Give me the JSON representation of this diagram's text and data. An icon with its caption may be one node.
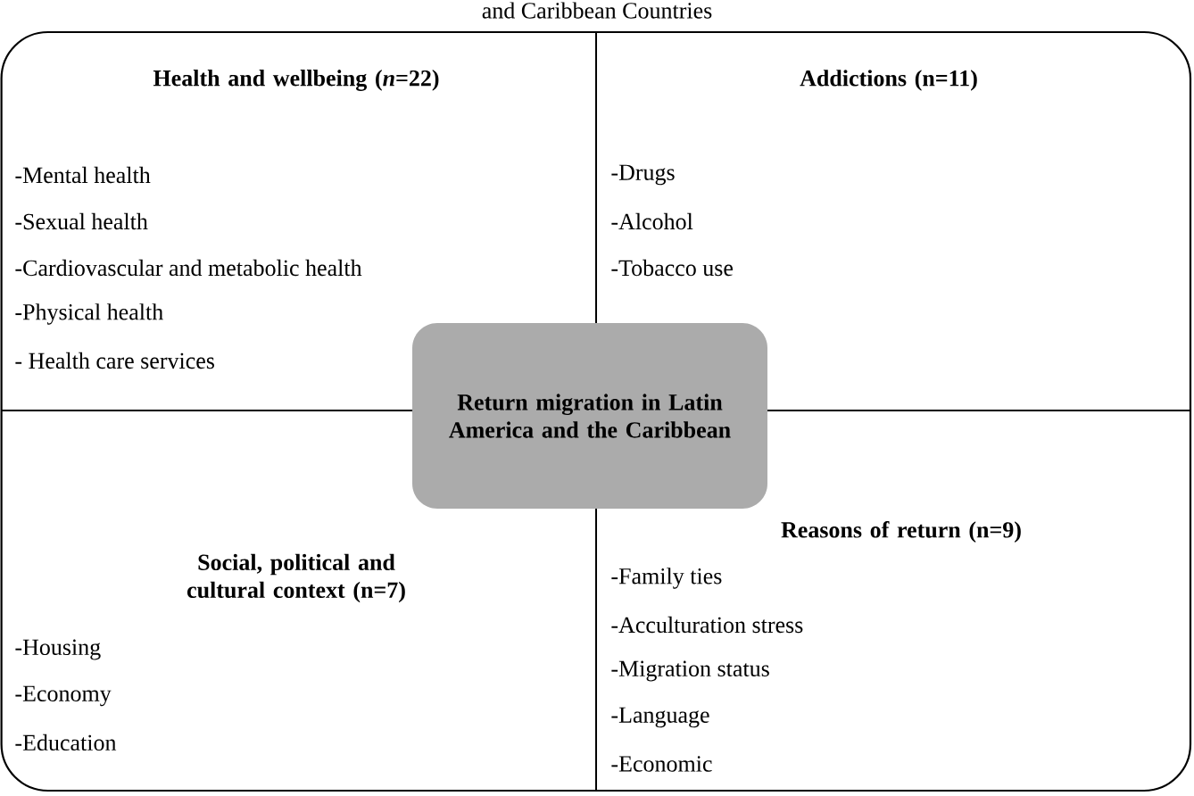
{
  "diagram": {
    "title": "and Caribbean Countries",
    "nodes": [
      {
        "text": [
          "Health and wellbeing (*n*=22)",
          "-Mental health",
          "-Sexual health",
          "-Cardiovascular and metabolic health",
          "-Physical health",
          "- Health care services"
        ]
      },
      {
        "text": [
          "Addictions (n=11)",
          "-Drugs",
          "-Alcohol",
          "-Tobacco use"
        ]
      },
      {
        "text": [
          "Social, political and cultural context (n=7)",
          "-Housing",
          "-Economy",
          "-Education"
        ]
      },
      {
        "text": [
          "Reasons of return (n=9)",
          "-Family ties",
          "-Acculturation stress",
          "-Migration status",
          "-Language",
          "-Economic"
        ]
      },
      {
        "text": [
          "Return migration in Latin America and the Caribbean"
        ]
      }
    ]
  }
}
